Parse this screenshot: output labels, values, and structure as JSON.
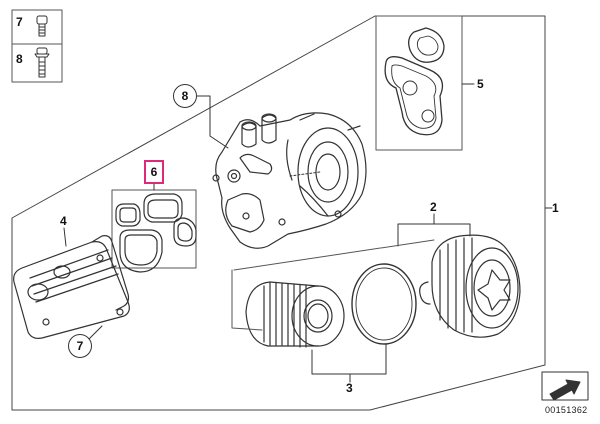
{
  "inset": {
    "items": [
      {
        "num": "7",
        "part": "bolt-short"
      },
      {
        "num": "8",
        "part": "bolt-long"
      }
    ]
  },
  "callouts": [
    {
      "id": "1",
      "style": "plain"
    },
    {
      "id": "2",
      "style": "plain"
    },
    {
      "id": "3",
      "style": "plain"
    },
    {
      "id": "4",
      "style": "plain"
    },
    {
      "id": "5",
      "style": "plain"
    },
    {
      "id": "6",
      "style": "highlighted",
      "color": "#e0287a"
    },
    {
      "id": "7",
      "style": "circled"
    },
    {
      "id": "8",
      "style": "circled"
    }
  ],
  "diagram_code": "00151362",
  "colors": {
    "line": "#333333",
    "highlight": "#e0287a"
  },
  "icons": [
    "bolt-icon",
    "arrow-nav-icon"
  ]
}
